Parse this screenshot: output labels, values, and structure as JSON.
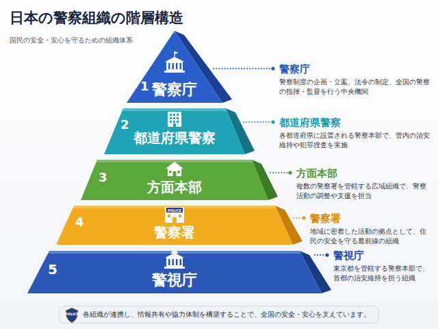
{
  "diagram": {
    "title": "日本の警察組織の階層構造",
    "caption": "各組織が連携し、情報共有や協力体制を構築することで、全国の安全・安心を支えています。",
    "nodes": [
      {
        "text": [
          "1",
          "警察庁"
        ]
      },
      {
        "text": [
          "2",
          "都道府県警察"
        ]
      },
      {
        "text": [
          "3",
          "方面本部"
        ]
      },
      {
        "text": [
          "4",
          "警察署"
        ]
      },
      {
        "text": [
          "5",
          "警視庁"
        ]
      }
    ],
    "labels": [
      "国民の安全・安心を守るための組織体系",
      "警察庁",
      "警察制度の企画・立案、法令の制定、全国の警察の指揮・監督を行う中央機関",
      "都道府県警察",
      "各都道府県に設置される警察本部で、管内の治安維持や犯罪捜査を実施",
      "方面本部",
      "複数の警察署を管轄する広域組織で、警察活動の調整や支援を担当",
      "警察署",
      "地域に密着した活動の拠点として、住民の安全を守る最前線の組織",
      "警視庁",
      "東京都を管轄する警察本部で、首都の治安維持を担う組織",
      "POLICE",
      "POLICE"
    ]
  }
}
